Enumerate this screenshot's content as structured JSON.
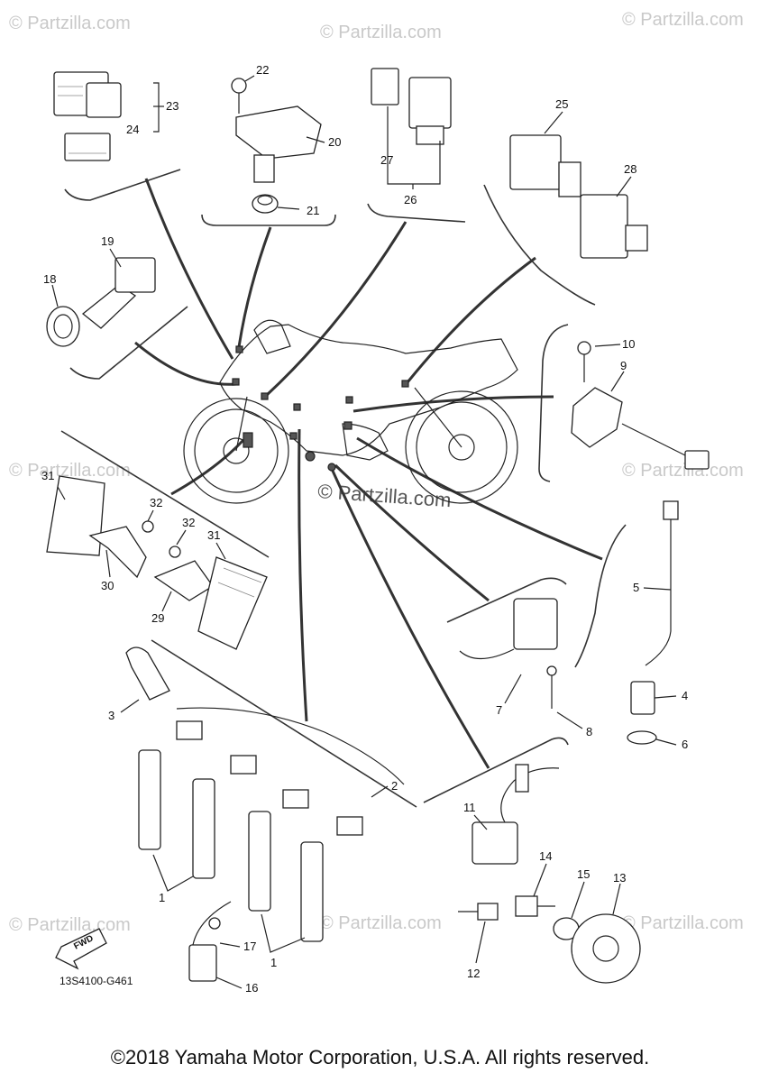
{
  "watermarks": {
    "brand": "© Partzilla.com",
    "center": "© Partzilla.com"
  },
  "diagram_code": "13S4100-G461",
  "fwd_label": "FWD",
  "copyright": "©2018 Yamaha Motor Corporation, U.S.A. All rights reserved.",
  "callouts": {
    "c1a": "1",
    "c1b": "1",
    "c2": "2",
    "c3": "3",
    "c4": "4",
    "c5": "5",
    "c6": "6",
    "c7": "7",
    "c8": "8",
    "c9": "9",
    "c10": "10",
    "c11": "11",
    "c12": "12",
    "c13": "13",
    "c14": "14",
    "c15": "15",
    "c16": "16",
    "c17": "17",
    "c18": "18",
    "c19": "19",
    "c20": "20",
    "c21": "21",
    "c22": "22",
    "c23": "23",
    "c24": "24",
    "c25": "25",
    "c26": "26",
    "c27": "27",
    "c28": "28",
    "c29": "29",
    "c30": "30",
    "c31a": "31",
    "c31b": "31",
    "c32a": "32",
    "c32b": "32"
  }
}
